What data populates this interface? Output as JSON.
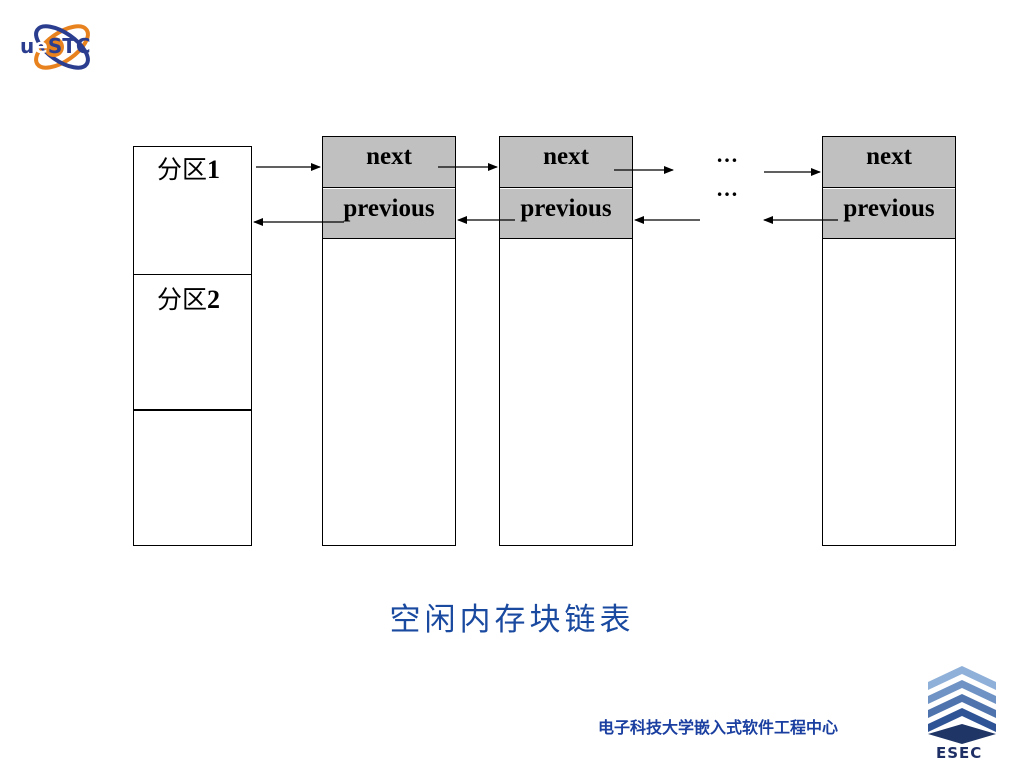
{
  "logo": {
    "text_u": "u",
    "text_e": "e",
    "text_stc": "STC"
  },
  "partition": {
    "labels": [
      {
        "cjk": "分区",
        "num": "1"
      },
      {
        "cjk": "分区",
        "num": "2"
      }
    ]
  },
  "blocks": [
    {
      "next": "next",
      "previous": "previous"
    },
    {
      "next": "next",
      "previous": "previous"
    },
    {
      "next": "next",
      "previous": "previous"
    }
  ],
  "ellipsis": {
    "top": "…",
    "bottom": "…"
  },
  "caption": "空闲内存块链表",
  "footer": "电子科技大学嵌入式软件工程中心",
  "esec_logo": {
    "text": "ESEC"
  },
  "colors": {
    "header_fill": "#c0c0c0",
    "caption": "#1a4aa0",
    "footer": "#1a3fa0",
    "logo_orange": "#e8821e",
    "logo_blue": "#2a3d8f"
  }
}
